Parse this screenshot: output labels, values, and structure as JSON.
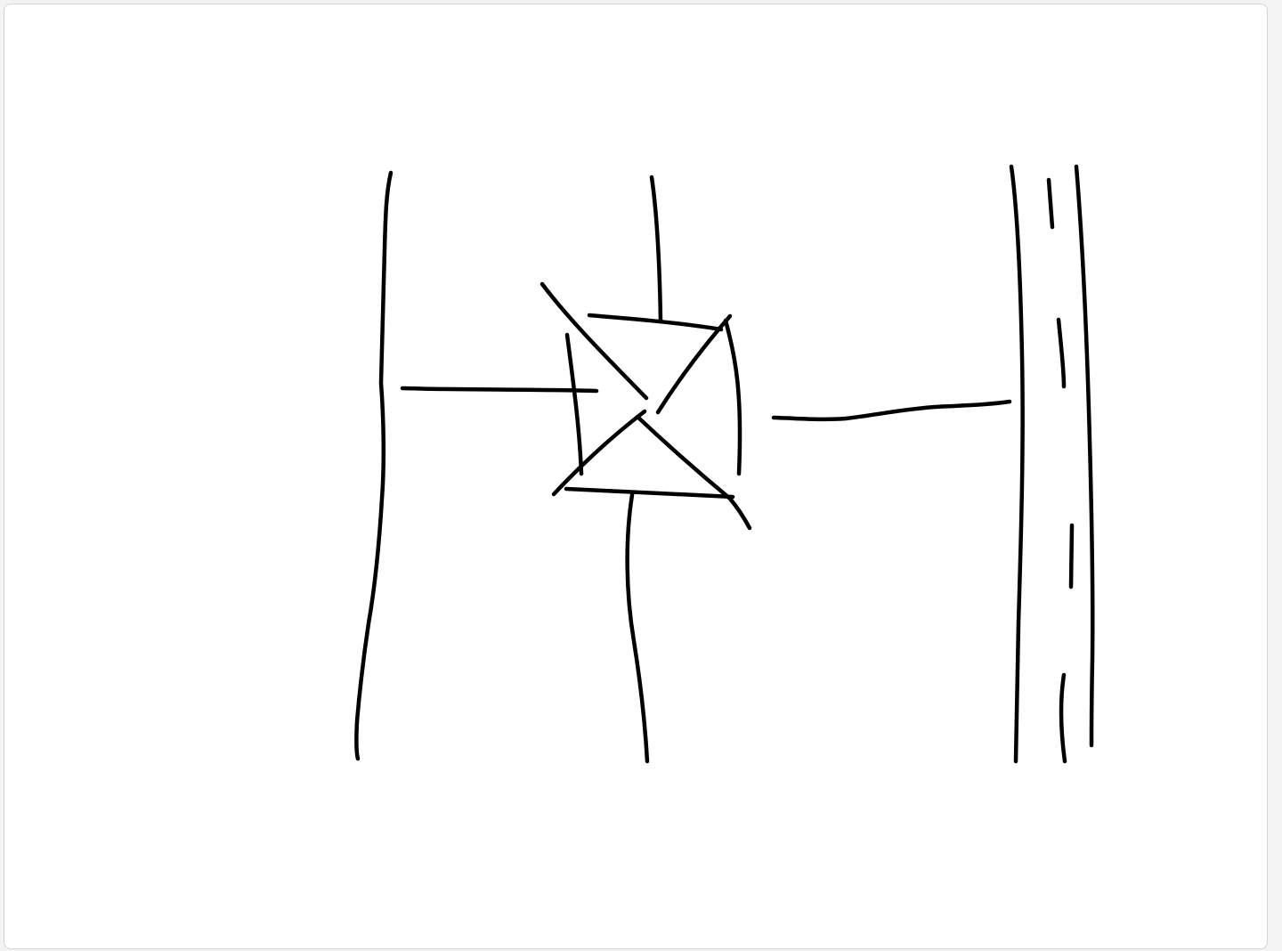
{
  "canvas": {
    "background": "#ffffff",
    "border_color": "#d4d4d4",
    "stroke_color": "#000000"
  },
  "sketch": {
    "strokes": [
      {
        "name": "left-road-stroke"
      },
      {
        "name": "left-road-branch-stroke"
      },
      {
        "name": "center-road-upper-stroke"
      },
      {
        "name": "center-road-lower-stroke"
      },
      {
        "name": "junction-top-edge-stroke"
      },
      {
        "name": "junction-bottom-edge-stroke"
      },
      {
        "name": "junction-left-edge-stroke"
      },
      {
        "name": "junction-right-edge-stroke"
      },
      {
        "name": "junction-diagonal-upper-left-stroke"
      },
      {
        "name": "junction-diagonal-upper-right-stroke"
      },
      {
        "name": "junction-diagonal-lower-left-stroke"
      },
      {
        "name": "junction-diagonal-lower-right-stroke"
      },
      {
        "name": "right-connector-road-stroke"
      },
      {
        "name": "highway-left-edge-stroke"
      },
      {
        "name": "highway-right-edge-stroke"
      },
      {
        "name": "highway-lane-dash-stroke"
      }
    ]
  }
}
